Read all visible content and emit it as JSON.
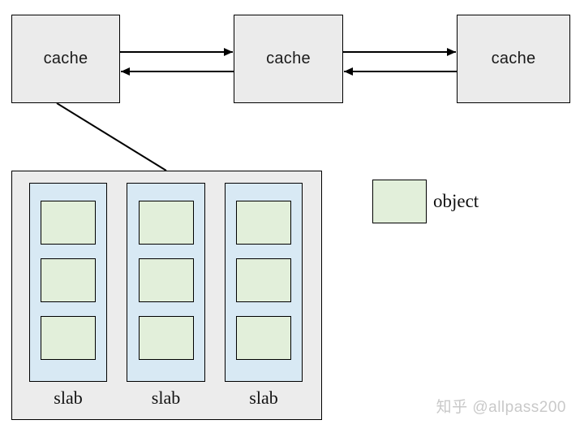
{
  "caches": [
    {
      "label": "cache"
    },
    {
      "label": "cache"
    },
    {
      "label": "cache"
    }
  ],
  "slabs": [
    {
      "label": "slab",
      "object_count": 3
    },
    {
      "label": "slab",
      "object_count": 3
    },
    {
      "label": "slab",
      "object_count": 3
    }
  ],
  "legend": {
    "label": "object"
  },
  "watermark": "知乎 @allpass200",
  "colors": {
    "cache_fill": "#ebebeb",
    "container_fill": "#ececec",
    "slab_fill": "#d8e9f4",
    "object_fill": "#e2efda",
    "border": "#000000",
    "watermark_text": "#c9c9c9"
  }
}
